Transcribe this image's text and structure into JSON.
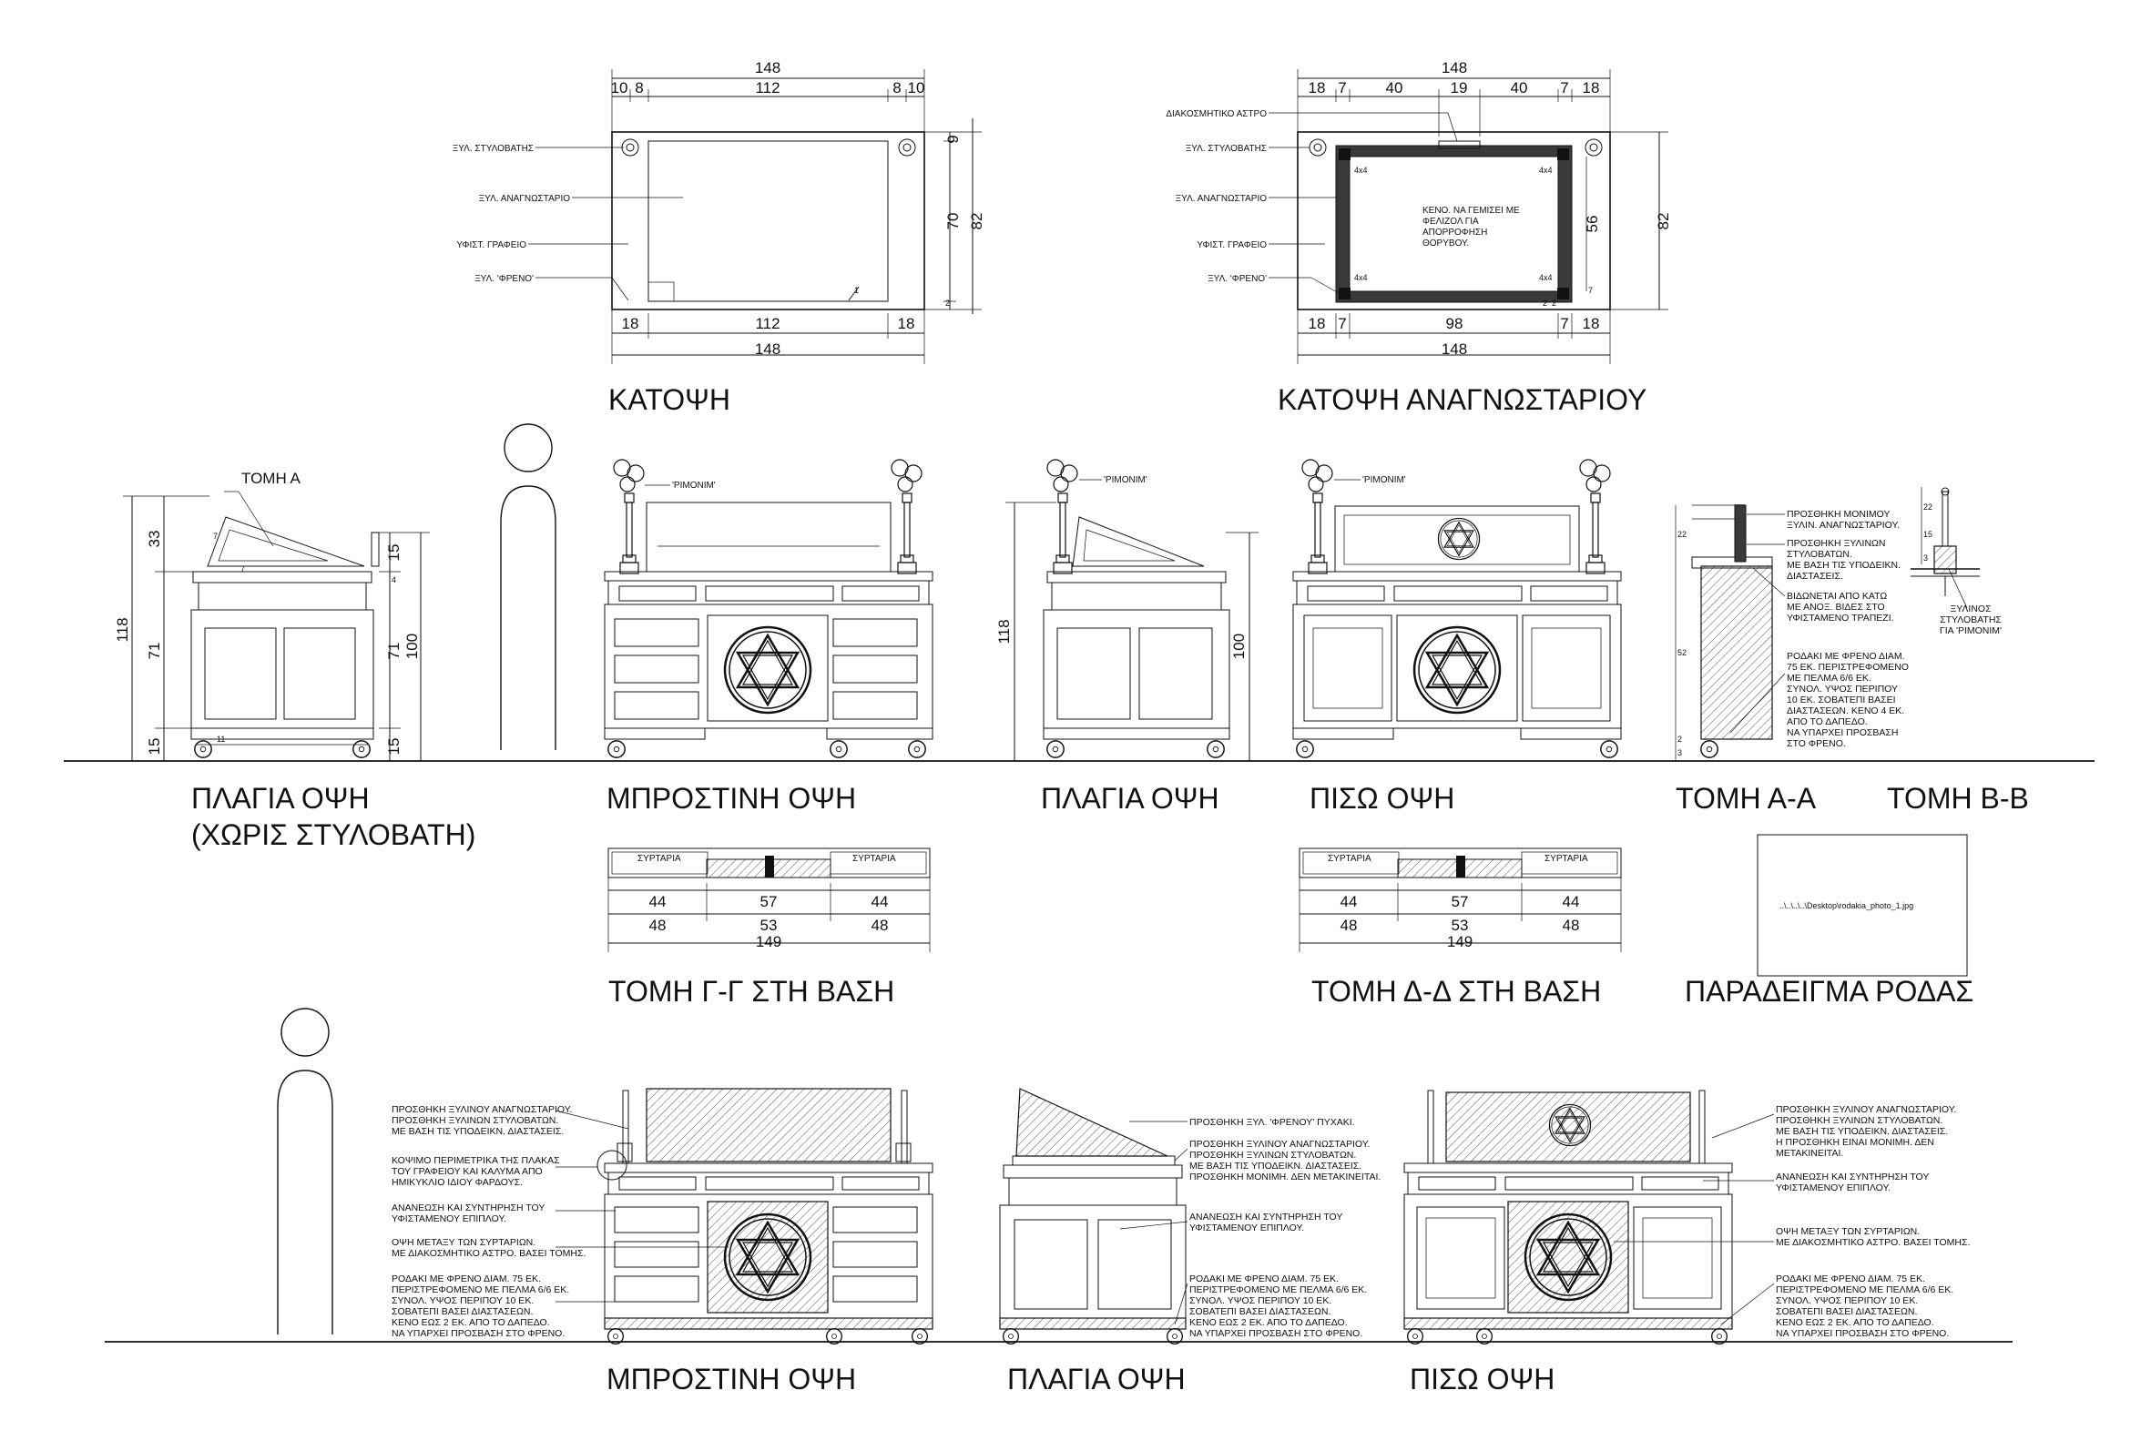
{
  "plans": {
    "plan1": {
      "title": "ΚΑΤΟΨΗ",
      "top_total": "148",
      "top_parts": [
        "10",
        "8",
        "112",
        "8",
        "10"
      ],
      "bottom_parts": [
        "18",
        "112",
        "18"
      ],
      "bottom_total": "148",
      "right_dims": [
        "9",
        "70",
        "82",
        "2",
        "1"
      ],
      "labels": [
        "ΞΥΛ. ΣΤΥΛΟΒΑΤΗΣ",
        "ΞΥΛ. ΑΝΑΓΝΩΣΤΑΡΙΟ",
        "ΥΦΙΣΤ. ΓΡΑΦΕΙΟ",
        "ΞΥΛ. 'ΦΡΕΝΟ'"
      ]
    },
    "plan2": {
      "title": "ΚΑΤΟΨΗ ΑΝΑΓΝΩΣΤΑΡΙΟΥ",
      "top_total": "148",
      "top_parts": [
        "18",
        "7",
        "40",
        "19",
        "40",
        "7",
        "18"
      ],
      "bottom_parts": [
        "18",
        "7",
        "98",
        "7",
        "18"
      ],
      "bottom_total": "148",
      "right_dims": [
        "56",
        "82",
        "7",
        "2",
        "2"
      ],
      "labels": [
        "ΔΙΑΚΟΣΜΗΤΙΚΟ ΑΣΤΡΟ",
        "ΞΥΛ. ΣΤΥΛΟΒΑΤΗΣ",
        "ΞΥΛ. ΑΝΑΓΝΩΣΤΑΡΙΟ",
        "ΥΦΙΣΤ. ΓΡΑΦΕΙΟ",
        "ΞΥΛ. 'ΦΡΕΝΟ'"
      ],
      "corner_tag": "4x4",
      "note": [
        "ΚΕΝΟ. ΝΑ ΓΕΜΙΣΕΙ ΜΕ",
        "ΦΕΛΙΖΟΛ ΓΙΑ",
        "ΑΠΟΡΡΟΦΗΣΗ",
        "ΘΟΡΥΒΟΥ."
      ]
    }
  },
  "elevations": {
    "side_no_post": {
      "title_1": "ΠΛΑΓΙΑ ΟΨΗ",
      "title_2": "(ΧΩΡΙΣ ΣΤΥΛΟΒΑΤΗ)",
      "section_tag": "ΤΟΜΗ Α",
      "left_dims": [
        "33",
        "71",
        "15",
        "118"
      ],
      "right_dims": [
        "15",
        "4",
        "71",
        "15",
        "100"
      ],
      "small_dims": [
        "7",
        "7",
        "11"
      ]
    },
    "front": {
      "title": "ΜΠΡΟΣΤΙΝΗ ΟΨΗ",
      "rimonim": "'ΡΙΜΟΝΙΜ'"
    },
    "side": {
      "title": "ΠΛΑΓΙΑ ΟΨΗ",
      "rimonim": "'ΡΙΜΟΝΙΜ'",
      "left_dim": "118",
      "right_dim": "100"
    },
    "back": {
      "title": "ΠΙΣΩ ΟΨΗ",
      "rimonim": "'ΡΙΜΟΝΙΜ'"
    },
    "section_aa": {
      "title": "ΤΟΜΗ Α-Α",
      "notes": [
        [
          "ΠΡΟΣΘΗΚΗ ΜΟΝΙΜΟΥ",
          "ΞΥΛΙΝ. ΑΝΑΓΝΩΣΤΑΡΙΟΥ."
        ],
        [
          "ΠΡΟΣΘΗΚΗ ΞΥΛΙΝΩΝ",
          "ΣΤΥΛΟΒΑΤΩΝ.",
          "ΜΕ ΒΑΣΗ ΤΙΣ ΥΠΟΔΕΙΚΝ.",
          "ΔΙΑΣΤΑΣΕΙΣ."
        ],
        [
          "ΒΙΔΩΝΕΤΑΙ ΑΠΟ ΚΑΤΩ",
          "ΜΕ ΑΝΟΞ. ΒΙΔΕΣ ΣΤΟ",
          "ΥΦΙΣΤΑΜΕΝΟ ΤΡΑΠΕΖΙ."
        ],
        [
          "ΡΟΔΑΚΙ ΜΕ ΦΡΕΝΟ ΔΙΑΜ.",
          "75 ΕΚ. ΠΕΡΙΣΤΡΕΦΟΜΕΝΟ",
          "ΜΕ ΠΕΛΜΑ 6/6 ΕΚ.",
          "ΣΥΝΟΛ. ΥΨΟΣ ΠΕΡΙΠΟΥ",
          "10 ΕΚ. ΣΟΒΑΤΕΠΙ ΒΑΣΕΙ",
          "ΔΙΑΣΤΑΣΕΩΝ. ΚΕΝΟ 4 ΕΚ.",
          "ΑΠΟ ΤΟ ΔΑΠΕΔΟ.",
          "ΝΑ ΥΠΑΡΧΕΙ ΠΡΟΣΒΑΣΗ",
          "ΣΤΟ ΦΡΕΝΟ."
        ]
      ],
      "dims": [
        "22",
        "52",
        "2",
        "3"
      ]
    },
    "section_bb": {
      "title": "ΤΟΜΗ Β-Β",
      "note": [
        "ΞΥΛΙΝΟΣ",
        "ΣΤΥΛΟΒΑΤΗΣ",
        "ΓΙΑ 'ΡΙΜΟΝΙΜ'"
      ],
      "dims": [
        "22",
        "15",
        "3"
      ]
    }
  },
  "base_sections": {
    "gg": {
      "title": "ΤΟΜΗ Γ-Γ ΣΤΗ ΒΑΣΗ",
      "drawer_label": "ΣΥΡΤΑΡΙΑ",
      "row1": [
        "44",
        "57",
        "44"
      ],
      "row2": [
        "48",
        "53",
        "48"
      ],
      "total": "149"
    },
    "dd": {
      "title": "ΤΟΜΗ Δ-Δ ΣΤΗ ΒΑΣΗ",
      "drawer_label": "ΣΥΡΤΑΡΙΑ",
      "row1": [
        "44",
        "57",
        "44"
      ],
      "row2": [
        "48",
        "53",
        "48"
      ],
      "total": "149"
    }
  },
  "wheel": {
    "title": "ΠΑΡΑΔΕΙΓΜΑ ΡΟΔΑΣ",
    "image_path": "..\\..\\..\\..\\Desktop\\rodakia_photo_1.jpg"
  },
  "lower": {
    "front": {
      "title": "ΜΠΡΟΣΤΙΝΗ ΟΨΗ",
      "notes": [
        [
          "ΠΡΟΣΘΗΚΗ ΞΥΛΙΝΟΥ ΑΝΑΓΝΩΣΤΑΡΙΟΥ.",
          "ΠΡΟΣΘΗΚΗ ΞΥΛΙΝΩΝ ΣΤΥΛΟΒΑΤΩΝ.",
          "ΜΕ ΒΑΣΗ ΤΙΣ ΥΠΟΔΕΙΚΝ. ΔΙΑΣΤΑΣΕΙΣ."
        ],
        [
          "ΚΟΨΙΜΟ ΠΕΡΙΜΕΤΡΙΚΑ ΤΗΣ ΠΛΑΚΑΣ",
          "ΤΟΥ ΓΡΑΦΕΙΟΥ ΚΑΙ ΚΑΛΥΜΑ ΑΠΟ",
          "ΗΜΙΚΥΚΛΙΟ ΙΔΙΟΥ ΦΑΡΔΟΥΣ."
        ],
        [
          "ΑΝΑΝΕΩΣΗ ΚΑΙ ΣΥΝΤΗΡΗΣΗ ΤΟΥ",
          "ΥΦΙΣΤΑΜΕΝΟΥ ΕΠΙΠΛΟΥ."
        ],
        [
          "ΟΨΗ ΜΕΤΑΞΥ ΤΩΝ ΣΥΡΤΑΡΙΩΝ.",
          "ΜΕ ΔΙΑΚΟΣΜΗΤΙΚΟ ΑΣΤΡΟ. ΒΑΣΕΙ ΤΟΜΗΣ."
        ],
        [
          "ΡΟΔΑΚΙ ΜΕ ΦΡΕΝΟ ΔΙΑΜ. 75 ΕΚ.",
          "ΠΕΡΙΣΤΡΕΦΟΜΕΝΟ ΜΕ ΠΕΛΜΑ 6/6 ΕΚ.",
          "ΣΥΝΟΛ. ΥΨΟΣ ΠΕΡΙΠΟΥ 10 ΕΚ.",
          "ΣΟΒΑΤΕΠΙ ΒΑΣΕΙ ΔΙΑΣΤΑΣΕΩΝ.",
          "ΚΕΝΟ ΕΩΣ 2 ΕΚ. ΑΠΟ ΤΟ ΔΑΠΕΔΟ.",
          "ΝΑ ΥΠΑΡΧΕΙ ΠΡΟΣΒΑΣΗ ΣΤΟ ΦΡΕΝΟ."
        ]
      ]
    },
    "side": {
      "title": "ΠΛΑΓΙΑ ΟΨΗ",
      "notes": [
        [
          "ΠΡΟΣΘΗΚΗ ΞΥΛ. 'ΦΡΕΝΟΥ' ΠΥΧΑΚΙ."
        ],
        [
          "ΠΡΟΣΘΗΚΗ ΞΥΛΙΝΟΥ ΑΝΑΓΝΩΣΤΑΡΙΟΥ.",
          "ΠΡΟΣΘΗΚΗ ΞΥΛΙΝΩΝ ΣΤΥΛΟΒΑΤΩΝ.",
          "ΜΕ ΒΑΣΗ ΤΙΣ ΥΠΟΔΕΙΚΝ. ΔΙΑΣΤΑΣΕΙΣ.",
          "ΠΡΟΣΘΗΚΗ ΜΟΝΙΜΗ. ΔΕΝ ΜΕΤΑΚΙΝΕΙΤΑΙ."
        ],
        [
          "ΑΝΑΝΕΩΣΗ ΚΑΙ ΣΥΝΤΗΡΗΣΗ ΤΟΥ",
          "ΥΦΙΣΤΑΜΕΝΟΥ ΕΠΙΠΛΟΥ."
        ],
        [
          "ΡΟΔΑΚΙ ΜΕ ΦΡΕΝΟ ΔΙΑΜ. 75 ΕΚ.",
          "ΠΕΡΙΣΤΡΕΦΟΜΕΝΟ ΜΕ ΠΕΛΜΑ 6/6 ΕΚ.",
          "ΣΥΝΟΛ. ΥΨΟΣ ΠΕΡΙΠΟΥ 10 ΕΚ.",
          "ΣΟΒΑΤΕΠΙ ΒΑΣΕΙ ΔΙΑΣΤΑΣΕΩΝ.",
          "ΚΕΝΟ ΕΩΣ 2 ΕΚ. ΑΠΟ ΤΟ ΔΑΠΕΔΟ.",
          "ΝΑ ΥΠΑΡΧΕΙ ΠΡΟΣΒΑΣΗ ΣΤΟ ΦΡΕΝΟ."
        ]
      ]
    },
    "back": {
      "title": "ΠΙΣΩ ΟΨΗ",
      "notes": [
        [
          "ΠΡΟΣΘΗΚΗ ΞΥΛΙΝΟΥ ΑΝΑΓΝΩΣΤΑΡΙΟΥ.",
          "ΠΡΟΣΘΗΚΗ ΞΥΛΙΝΩΝ ΣΤΥΛΟΒΑΤΩΝ.",
          "ΜΕ ΒΑΣΗ ΤΙΣ ΥΠΟΔΕΙΚΝ. ΔΙΑΣΤΑΣΕΙΣ.",
          "Η ΠΡΟΣΘΗΚΗ ΕΙΝΑΙ ΜΟΝΙΜΗ. ΔΕΝ",
          "ΜΕΤΑΚΙΝΕΙΤΑΙ."
        ],
        [
          "ΑΝΑΝΕΩΣΗ ΚΑΙ ΣΥΝΤΗΡΗΣΗ ΤΟΥ",
          "ΥΦΙΣΤΑΜΕΝΟΥ ΕΠΙΠΛΟΥ."
        ],
        [
          "ΟΨΗ ΜΕΤΑΞΥ ΤΩΝ ΣΥΡΤΑΡΙΩΝ.",
          "ΜΕ ΔΙΑΚΟΣΜΗΤΙΚΟ ΑΣΤΡΟ. ΒΑΣΕΙ ΤΟΜΗΣ."
        ],
        [
          "ΡΟΔΑΚΙ ΜΕ ΦΡΕΝΟ ΔΙΑΜ. 75 ΕΚ.",
          "ΠΕΡΙΣΤΡΕΦΟΜΕΝΟ ΜΕ ΠΕΛΜΑ 6/6 ΕΚ.",
          "ΣΥΝΟΛ. ΥΨΟΣ ΠΕΡΙΠΟΥ 10 ΕΚ.",
          "ΣΟΒΑΤΕΠΙ ΒΑΣΕΙ ΔΙΑΣΤΑΣΕΩΝ.",
          "ΚΕΝΟ ΕΩΣ 2 ΕΚ. ΑΠΟ ΤΟ ΔΑΠΕΔΟ.",
          "ΝΑ ΥΠΑΡΧΕΙ ΠΡΟΣΒΑΣΗ ΣΤΟ ΦΡΕΝΟ."
        ]
      ]
    }
  }
}
